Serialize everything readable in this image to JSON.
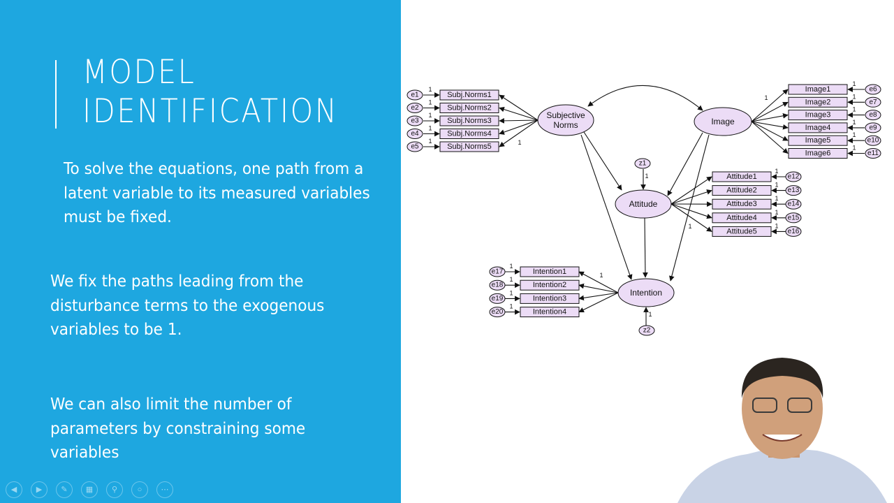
{
  "slide": {
    "title_lines": [
      "MODEL",
      "IDENTIFICATION"
    ],
    "para1": "To solve the equations, one path from a latent variable to its measured variables must be fixed.",
    "para2": "We fix the paths leading from the disturbance terms to the exogenous variables to be 1.",
    "para3": "We can also limit the number of parameters by constraining some variables"
  },
  "controls": [
    "prev-icon",
    "next-icon",
    "pen-icon",
    "slides-icon",
    "zoom-icon",
    "pointer-icon",
    "more-icon"
  ],
  "colors": {
    "panel": "#1ea7e0",
    "box_fill": "#ecdcf6",
    "ellipse_fill": "#ecdcf6"
  },
  "diagram": {
    "latents": {
      "subjective_norms": [
        "Subjective",
        "Norms"
      ],
      "image": "Image",
      "attitude": "Attitude",
      "intention": "Intention"
    },
    "indicators": {
      "subjective_norms": [
        "Subj.Norms1",
        "Subj.Norms2",
        "Subj.Norms3",
        "Subj.Norms4",
        "Subj.Norms5"
      ],
      "image": [
        "Image1",
        "Image2",
        "Image3",
        "Image4",
        "Image5",
        "Image6"
      ],
      "attitude": [
        "Attitude1",
        "Attitude2",
        "Attitude3",
        "Attitude4",
        "Attitude5"
      ],
      "intention": [
        "Intention1",
        "Intention2",
        "Intention3",
        "Intention4"
      ]
    },
    "errors": {
      "subjective_norms": [
        "e1",
        "e2",
        "e3",
        "e4",
        "e5"
      ],
      "image": [
        "e6",
        "e7",
        "e8",
        "e9",
        "e10",
        "e11"
      ],
      "attitude": [
        "e12",
        "e13",
        "e14",
        "e15",
        "e16"
      ],
      "intention": [
        "e17",
        "e18",
        "e19",
        "e20"
      ]
    },
    "disturbances": [
      "z1",
      "z2"
    ],
    "fixed_label": "1"
  }
}
